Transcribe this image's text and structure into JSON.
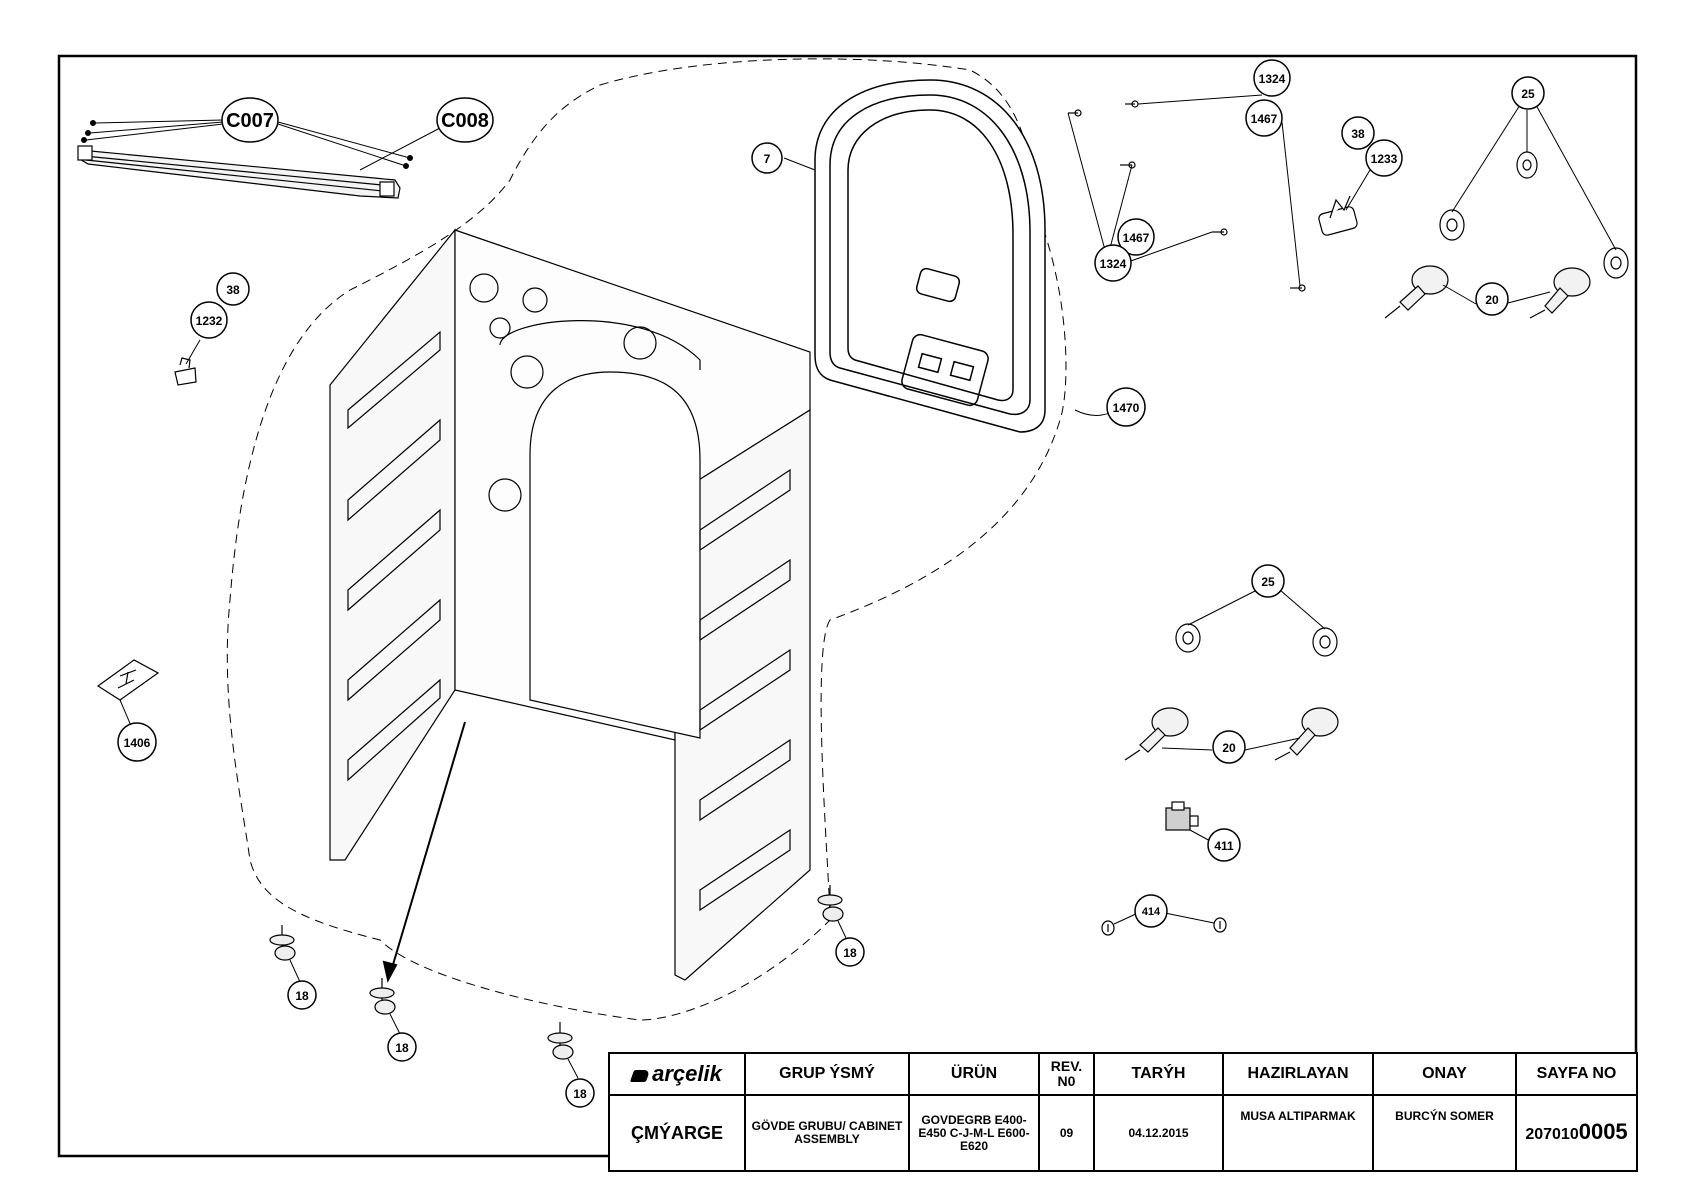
{
  "callouts": {
    "c007": "C007",
    "c008": "C008",
    "p7": "7",
    "p1324_top": "1324",
    "p1467_top": "1467",
    "p1467_mid": "1467",
    "p1324_mid": "1324",
    "p38_right": "38",
    "p1233": "1233",
    "p25_top": "25",
    "p20_top": "20",
    "p38_left": "38",
    "p1232": "1232",
    "p1470": "1470",
    "p25_mid": "25",
    "p20_mid": "20",
    "p411": "411",
    "p414": "414",
    "p1406": "1406",
    "p18_a": "18",
    "p18_b": "18",
    "p18_c": "18",
    "p18_d": "18"
  },
  "title_block": {
    "company": "arçelik",
    "headers": {
      "group_name": "GRUP ÝSMÝ",
      "product": "ÜRÜN",
      "rev": "REV. N0",
      "date": "TARÝH",
      "prepared_by": "HAZIRLAYAN",
      "approval": "ONAY",
      "page_no": "SAYFA NO"
    },
    "values": {
      "department": "ÇMÝARGE",
      "group_name": "GÖVDE GRUBU/ CABINET ASSEMBLY",
      "product": "GOVDEGRB E400-E450 C-J-M-L E600-E620",
      "rev": "09",
      "date": "04.12.2015",
      "prepared_by": "MUSA ALTIPARMAK",
      "approval": "BURCÝN SOMER",
      "page_no_prefix": "207010",
      "page_no_suffix": "0005"
    }
  }
}
